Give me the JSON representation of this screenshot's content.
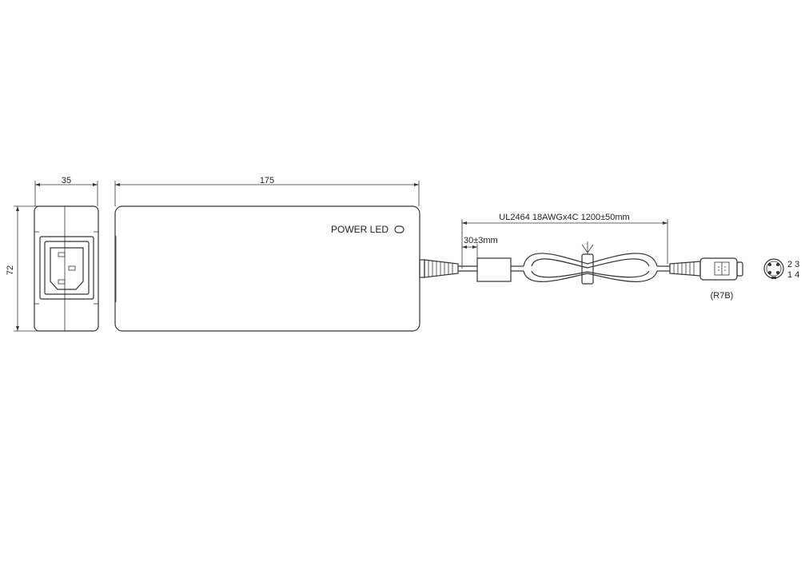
{
  "dimensions": {
    "side_width": "35",
    "body_length": "175",
    "height": "72",
    "cable_spec": "UL2464 18AWGx4C 1200±50mm",
    "core_offset": "30±3mm"
  },
  "labels": {
    "power_led": "POWER LED",
    "connector_code": "(R7B)",
    "pins_top": "2 3",
    "pins_bottom": "1 4"
  },
  "colors": {
    "line": "#333333",
    "background": "#ffffff"
  }
}
